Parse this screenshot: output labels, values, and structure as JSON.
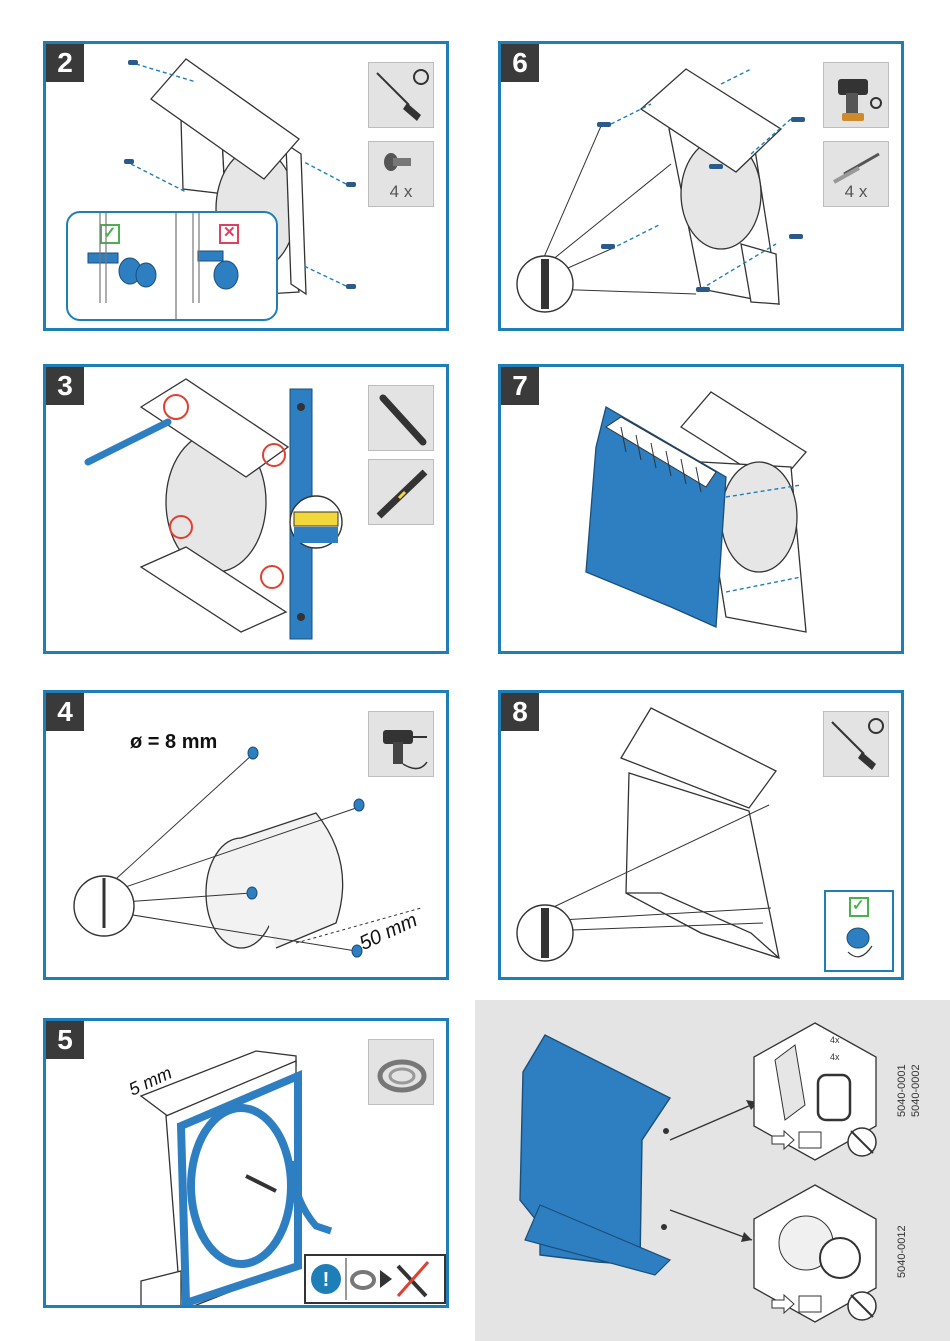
{
  "steps": [
    {
      "number": "2",
      "tool_count": "4 x",
      "check_ok": "✓",
      "check_bad": "✕"
    },
    {
      "number": "3"
    },
    {
      "number": "4",
      "diameter_label": "ø = 8 mm",
      "depth_label": "50 mm"
    },
    {
      "number": "5",
      "gap_label": "5 mm"
    },
    {
      "number": "6",
      "tool_count": "4 x"
    },
    {
      "number": "7"
    },
    {
      "number": "8",
      "check_ok": "✓"
    }
  ],
  "accessories": {
    "kit1_count_a": "4x",
    "kit1_count_b": "4x",
    "part_numbers_1": "5040-0001\n5040-0002",
    "part_number_1a": "5040-0001",
    "part_number_1b": "5040-0002",
    "part_number_2": "5040-0012"
  },
  "colors": {
    "accent": "#1e7fb8",
    "part_blue": "#2e7fc2",
    "ok_green": "#4caf50",
    "bad_red": "#e04060",
    "step_dark": "#3a3a3a"
  },
  "icons": [
    "screwdriver-icon",
    "torx-bit-icon",
    "screw-icon",
    "pencil-icon",
    "spirit-level-icon",
    "drill-icon",
    "sealing-tape-icon",
    "cordless-drill-icon",
    "phillips-bit-icon",
    "info-icon",
    "no-tools-icon",
    "manual-icon"
  ]
}
